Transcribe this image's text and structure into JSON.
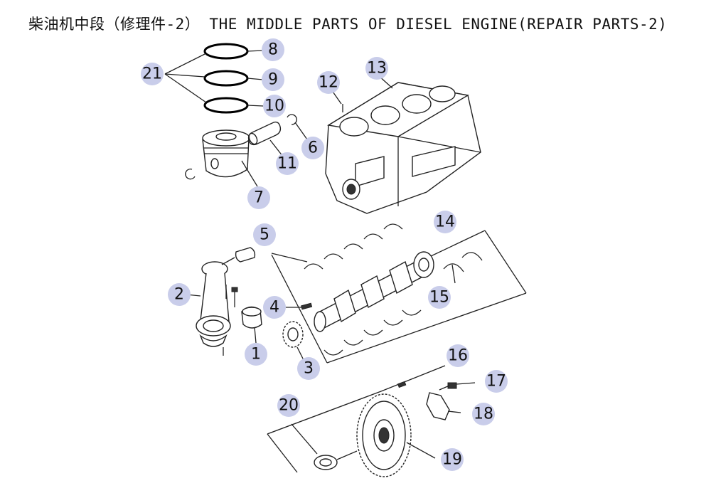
{
  "title": "柴油机中段（修理件-2） THE MIDDLE PARTS OF DIESEL ENGINE(REPAIR PARTS-2)",
  "callouts": {
    "c1": "1",
    "c2": "2",
    "c3": "3",
    "c4": "4",
    "c5": "5",
    "c6": "6",
    "c7": "7",
    "c8": "8",
    "c9": "9",
    "c10": "10",
    "c11": "11",
    "c12": "12",
    "c13": "13",
    "c14": "14",
    "c15": "15",
    "c16": "16",
    "c17": "17",
    "c18": "18",
    "c19": "19",
    "c20": "20",
    "c21": "21"
  },
  "colors": {
    "callout_fill": "#c9cdea",
    "line": "#222222"
  }
}
